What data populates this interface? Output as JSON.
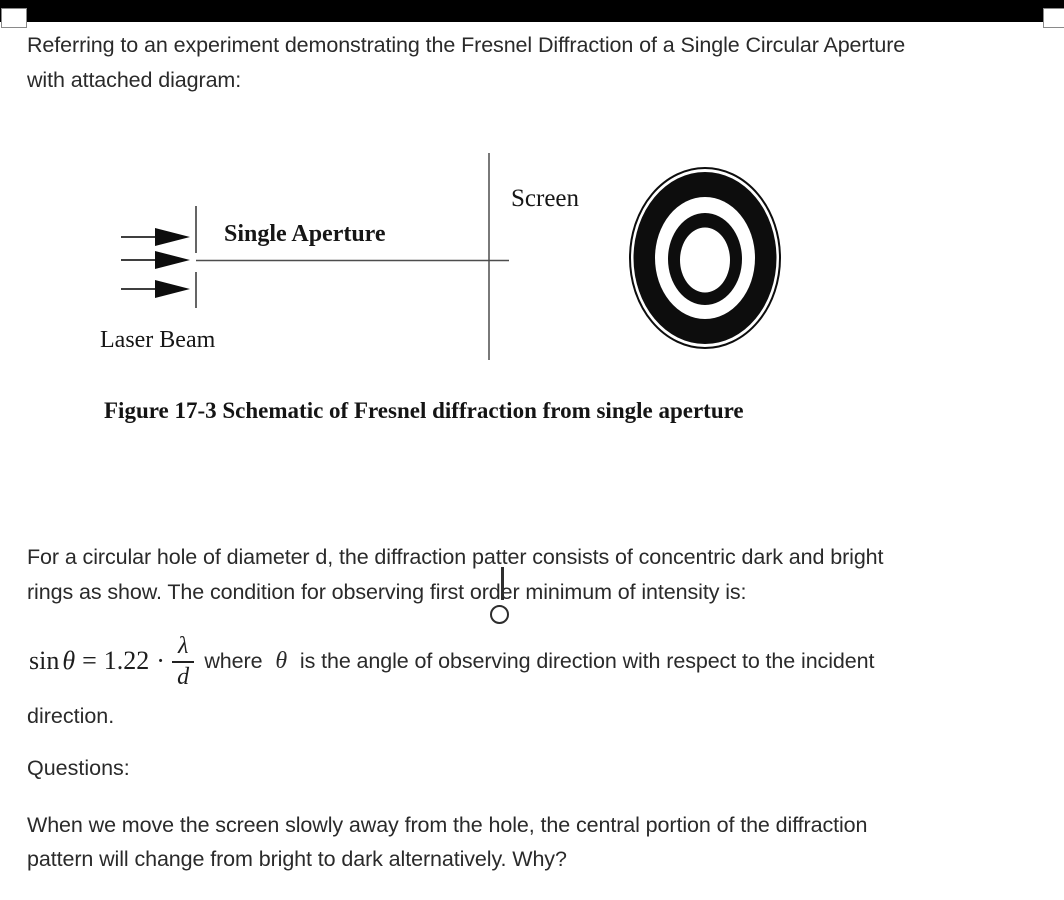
{
  "colors": {
    "page_bg": "#ffffff",
    "top_bar": "#000000",
    "body_text": "#2a2a2a",
    "diagram_line": "#4d4d4d",
    "diagram_ink": "#0d0d0d"
  },
  "document": {
    "intro_lines": [
      "Referring to an experiment demonstrating the Fresnel Diffraction of a Single Circular Aperture",
      "with attached diagram:"
    ],
    "figure": {
      "labels": {
        "screen": "Screen",
        "single_aperture": "Single Aperture",
        "laser_beam": "Laser Beam"
      },
      "caption": "Figure 17-3 Schematic of Fresnel diffraction from single aperture"
    },
    "body_lines": [
      "For a circular hole of diameter d, the diffraction patter consists of concentric dark and bright",
      "rings as show. The condition for observing first order minimum of intensity is:"
    ],
    "formula": {
      "sin": "sin",
      "theta": "θ",
      "equals": "=",
      "coefficient": "1.22",
      "dot": "·",
      "numerator": "λ",
      "denominator": "d",
      "where_pre": "where",
      "where_theta": "θ",
      "where_post": "is the angle of observing direction with respect to the incident",
      "continuation": "direction."
    },
    "questions_heading": "Questions:",
    "question_lines": [
      "When we move the screen slowly away from the hole, the central portion of the diffraction",
      "pattern will change from bright to dark alternatively. Why?"
    ]
  }
}
